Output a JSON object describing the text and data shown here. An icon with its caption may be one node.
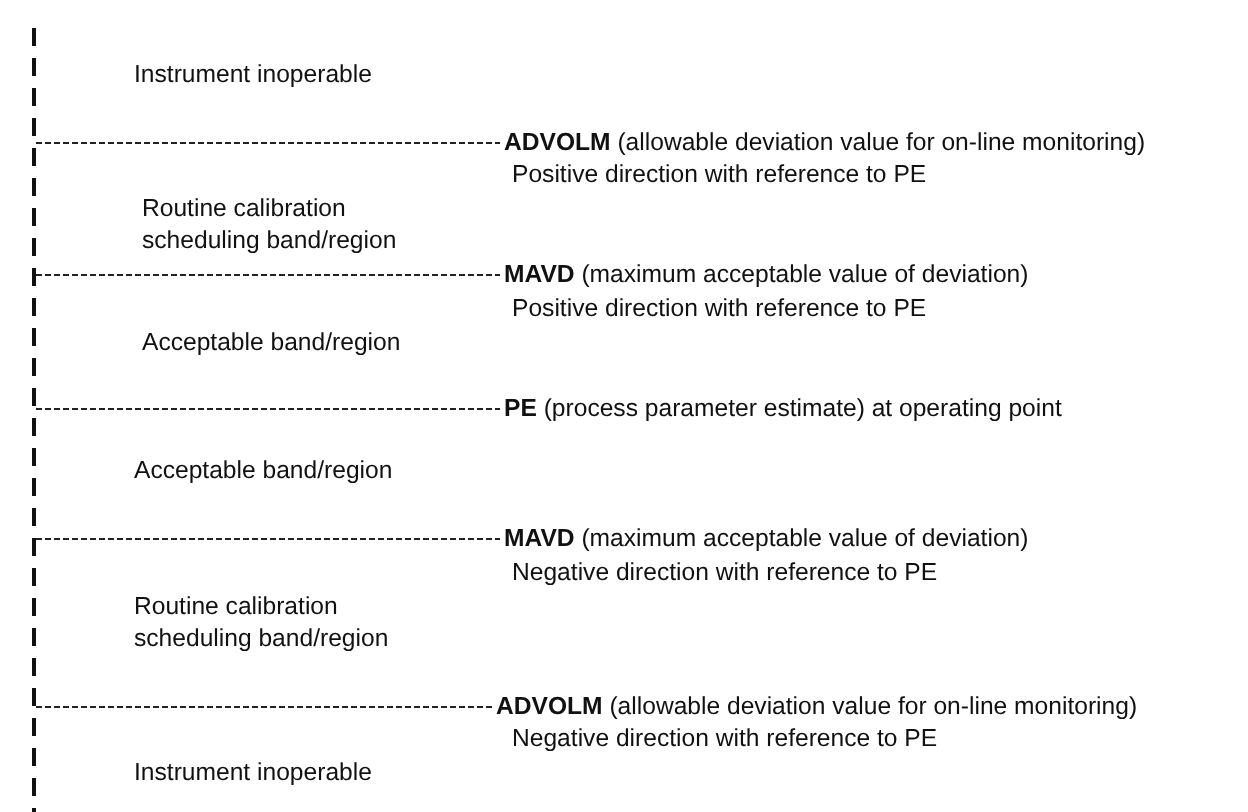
{
  "diagram": {
    "labels": [
      "Instrument inoperable",
      "**ADVOLM** (allowable deviation value for on-line monitoring)",
      "Positive direction with reference to PE",
      "Routine calibration scheduling band/region",
      "**MAVD** (maximum acceptable value of deviation)",
      "Positive direction with reference to PE",
      "Acceptable band/region",
      "**PE** (process parameter estimate) at operating point",
      "Acceptable band/region",
      "**MAVD** (maximum acceptable value of deviation)",
      "Negative direction with reference to PE",
      "Routine calibration scheduling band/region",
      "**ADVOLM** (allowable deviation value for on-line monitoring)",
      "Negative direction with reference to PE",
      "Instrument inoperable"
    ]
  }
}
